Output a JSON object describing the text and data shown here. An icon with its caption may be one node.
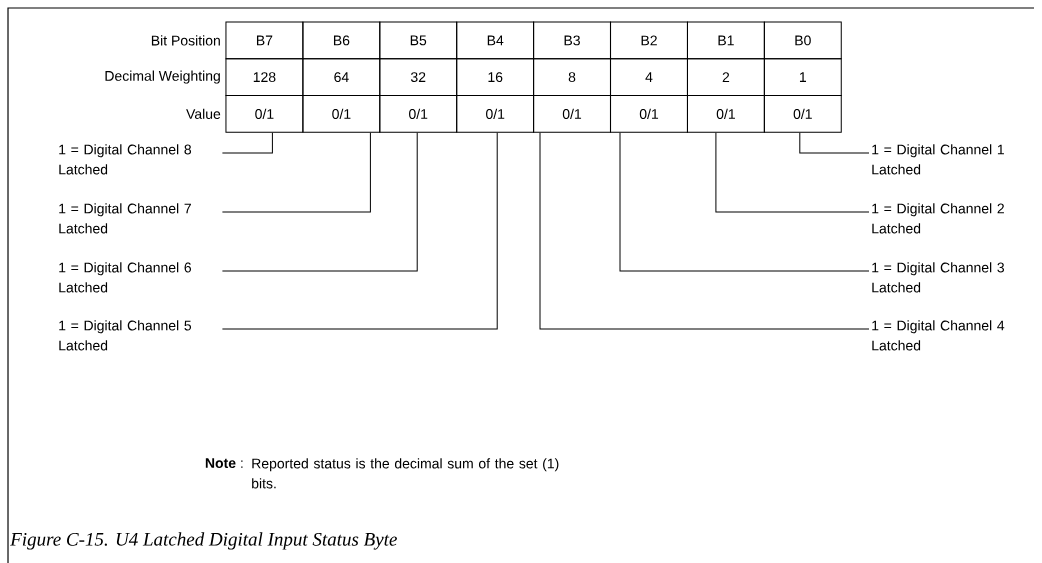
{
  "diagram": {
    "caption": "Figure C-15.   U4 Latched Digital Input Status Byte",
    "nodes": [
      {
        "text": [
          "0/1"
        ]
      },
      {
        "text": [
          "0/1"
        ]
      },
      {
        "text": [
          "0/1"
        ]
      },
      {
        "text": [
          "0/1"
        ]
      },
      {
        "text": [
          "0/1"
        ]
      },
      {
        "text": [
          "0/1"
        ]
      },
      {
        "text": [
          "0/1"
        ]
      },
      {
        "text": [
          "0/1"
        ]
      },
      {
        "text": [
          "1 = Digital Channel 8 Latched"
        ]
      },
      {
        "text": [
          "1 = Digital Channel 1 Latched"
        ]
      },
      {
        "text": [
          "1 = Digital Channel 7 Latched"
        ]
      },
      {
        "text": [
          "1 = Digital Channel 2 Latched"
        ]
      },
      {
        "text": [
          "1 = Digital Channel 6 Latched"
        ]
      },
      {
        "text": [
          "1 = Digital Channel 3 Latched"
        ]
      },
      {
        "text": [
          "1 = Digital Channel 5 Latched"
        ]
      },
      {
        "text": [
          "1 = Digital Channel 4 Latched"
        ]
      }
    ],
    "edges": [
      {
        "from": 8,
        "to": 0,
        "arrow": "none"
      },
      {
        "from": 9,
        "to": 7,
        "arrow": "none"
      },
      {
        "from": 10,
        "to": 1,
        "arrow": "none"
      },
      {
        "from": 11,
        "to": 6,
        "arrow": "none"
      },
      {
        "from": 12,
        "to": 2,
        "arrow": "none"
      },
      {
        "from": 13,
        "to": 5,
        "arrow": "none"
      },
      {
        "from": 14,
        "to": 3,
        "arrow": "none"
      },
      {
        "from": 15,
        "to": 4,
        "arrow": "none"
      }
    ],
    "labels": [
      "Bit Position",
      "B7",
      "B6",
      "B5",
      "B4",
      "B3",
      "B2",
      "B1",
      "B0",
      "Decimal Weighting",
      "128",
      "64",
      "32",
      "16",
      "8",
      "4",
      "2",
      "1",
      "Value",
      "**Note** :",
      "Reported status is the decimal sum of the set (1) bits."
    ]
  }
}
